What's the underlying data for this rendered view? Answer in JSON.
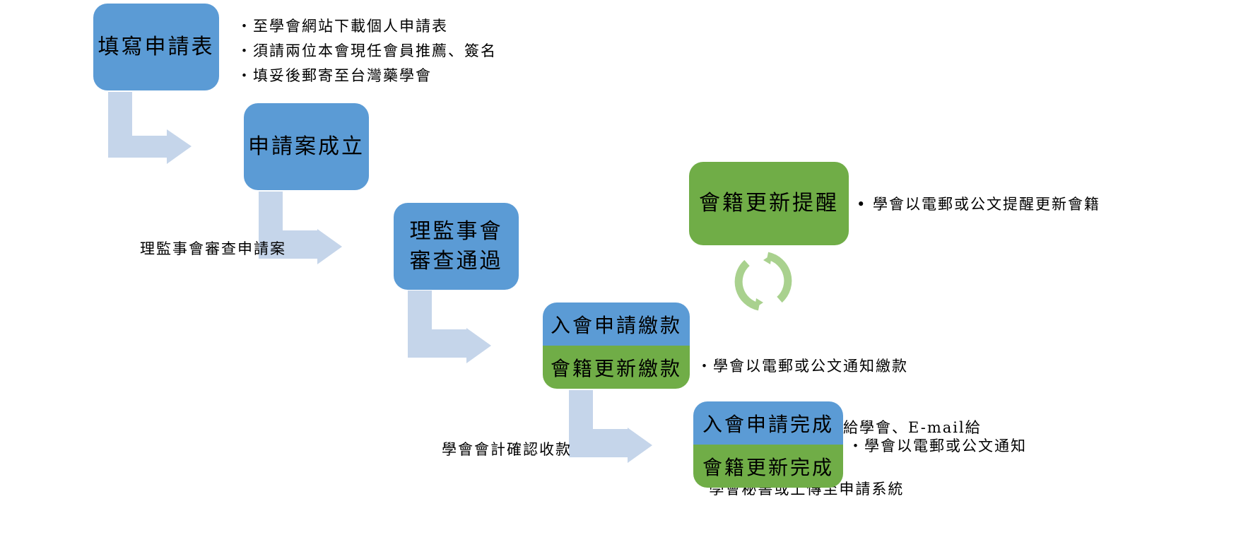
{
  "colors": {
    "blue_box": "#5b9bd5",
    "green_box": "#70ad47",
    "arrow": "#c5d5ea",
    "cycle": "#a9d18e"
  },
  "steps": {
    "fill_form": {
      "title": "填寫申請表",
      "notes": [
        "・至學會網站下載個人申請表",
        "・須請兩位本會現任會員推薦、簽名",
        "・填妥後郵寄至台灣藥學會"
      ]
    },
    "case_established": {
      "title": "申請案成立"
    },
    "board_review_label": "理監事會審查申請案",
    "board_approved": {
      "title_line1": "理監事會",
      "title_line2": "審查通過"
    },
    "renewal_reminder": {
      "title": "會籍更新提醒",
      "note": "•  學會以電郵或公文提醒更新會籍"
    },
    "payment": {
      "top": "入會申請繳款",
      "bottom": "會籍更新繳款",
      "notes": [
        "・學會以電郵或公文通知繳款",
        "・請將繳款證明傳真給學會、E-mail給",
        "  學會秘書或上傳至申請系統"
      ]
    },
    "accounting_label": "學會會計確認收款",
    "completed": {
      "top": "入會申請完成",
      "bottom": "會籍更新完成",
      "note": "・學會以電郵或公文通知"
    }
  },
  "icons": {
    "bent_arrow": "bent-arrow-icon",
    "cycle": "cycle-arrows-icon"
  }
}
